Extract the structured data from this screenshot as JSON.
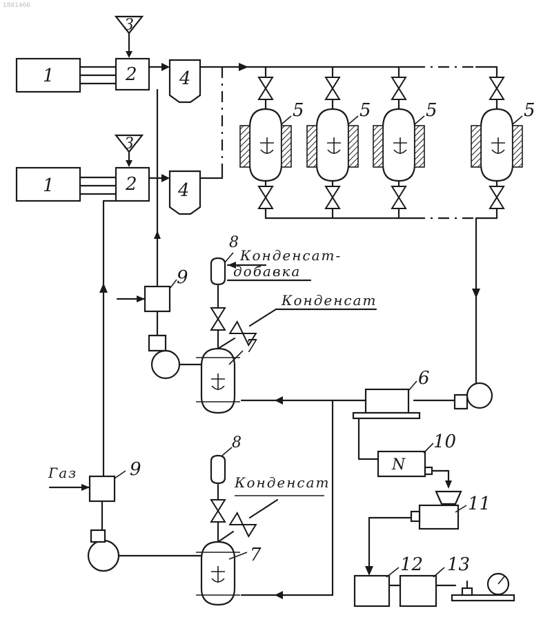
{
  "watermark": "1881466",
  "labels": {
    "n1": "1",
    "n2": "2",
    "n3": "3",
    "n4": "4",
    "n5": "5",
    "n6": "6",
    "n7": "7",
    "n8": "8",
    "n9": "9",
    "n10": "10",
    "n11": "11",
    "n12": "12",
    "n13": "13",
    "pump_mark": "N"
  },
  "text": {
    "condensate_makeup_line1": "Конденсат-",
    "condensate_makeup_line2": "добавка",
    "condensate": "Конденсат",
    "gas": "Газ"
  },
  "colors": {
    "ink": "#1a1a1a",
    "paper": "#ffffff"
  }
}
